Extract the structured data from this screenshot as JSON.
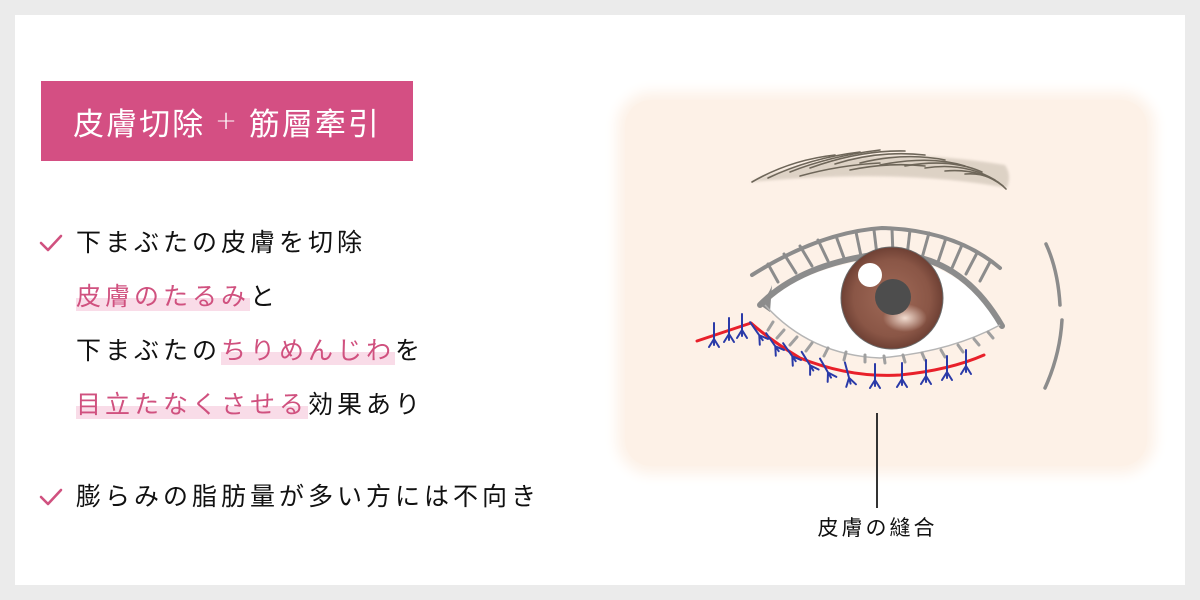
{
  "title": {
    "left": "皮膚切除",
    "plus": "+",
    "right": "筋層牽引"
  },
  "points": [
    {
      "icon": "check-icon",
      "lines": [
        [
          {
            "text": "下まぶたの皮膚を切除",
            "highlight": false
          }
        ],
        [
          {
            "text": "皮膚のたるみ",
            "highlight": true
          },
          {
            "text": "と",
            "highlight": false
          }
        ],
        [
          {
            "text": "下まぶたの",
            "highlight": false
          },
          {
            "text": "ちりめんじわ",
            "highlight": true
          },
          {
            "text": "を",
            "highlight": false
          }
        ],
        [
          {
            "text": "目立たなくさせる",
            "highlight": true
          },
          {
            "text": "効果あり",
            "highlight": false
          }
        ]
      ]
    },
    {
      "icon": "check-icon",
      "lines": [
        [
          {
            "text": "膨らみの脂肪量が多い方には不向き",
            "highlight": false
          }
        ]
      ]
    }
  ],
  "illustration": {
    "caption": "皮膚の縫合",
    "subject": "eye with lower eyelid skin incision sutured"
  },
  "colors": {
    "accent": "#d44f83",
    "highlight_text": "#d0517f",
    "highlight_band": "#f9dce8",
    "skin": "#fdf1e7",
    "incision": "#e8202a",
    "suture": "#2a3aa8",
    "lid_gray": "#8a8a8a",
    "iris": "#7a4a3a",
    "pupil": "#4a4a4a",
    "frame": "#ebebeb"
  }
}
